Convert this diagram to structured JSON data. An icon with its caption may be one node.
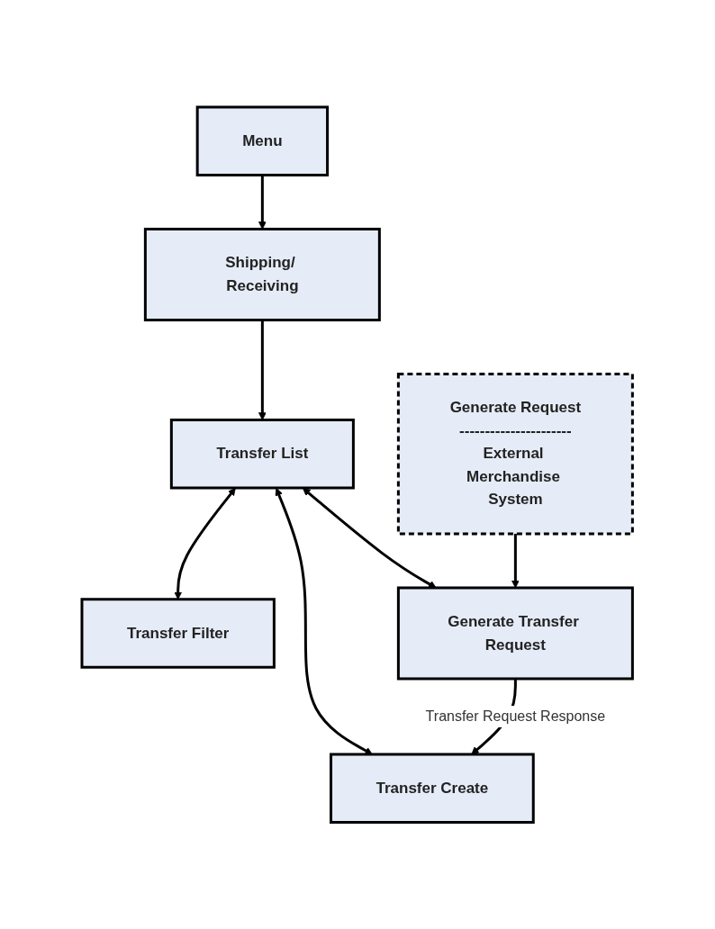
{
  "diagram": {
    "nodes": [
      {
        "text": [
          "Menu"
        ]
      },
      {
        "text": [
          "Shipping/ Receiving"
        ]
      },
      {
        "text": [
          "Transfer List"
        ]
      },
      {
        "text": [
          "Transfer Filter"
        ]
      },
      {
        "text": [
          "Generate Transfer Request"
        ]
      },
      {
        "text": [
          "Transfer Create"
        ]
      },
      {
        "text": [
          "Generate Request",
          "----------------------",
          "External Merchandise System"
        ]
      }
    ],
    "edges": [
      {
        "from": 0,
        "to": 1,
        "arrow": "to"
      },
      {
        "from": 1,
        "to": 2,
        "arrow": "to"
      },
      {
        "from": 2,
        "to": 3,
        "arrow": "both"
      },
      {
        "from": 2,
        "to": 4,
        "arrow": "both"
      },
      {
        "from": 2,
        "to": 5,
        "arrow": "both"
      },
      {
        "from": 4,
        "to": 5,
        "arrow": "to",
        "label": "Transfer Request Response"
      },
      {
        "from": 6,
        "to": 4,
        "arrow": "to"
      }
    ]
  }
}
